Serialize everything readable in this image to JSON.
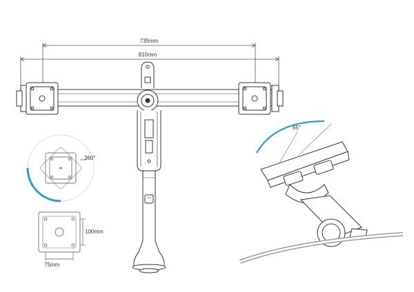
{
  "dimensions": {
    "width_label": "735mm",
    "total_width_label": "810mm"
  },
  "rotation_detail": {
    "angle_label": "360°"
  },
  "vesa_detail": {
    "height_label": "100mm",
    "width_label": "75mm"
  },
  "tilt_detail": {
    "angle_label": "65°"
  },
  "colors": {
    "line": "#333333",
    "accent": "#2f9bd3",
    "dim_line": "#555555"
  }
}
